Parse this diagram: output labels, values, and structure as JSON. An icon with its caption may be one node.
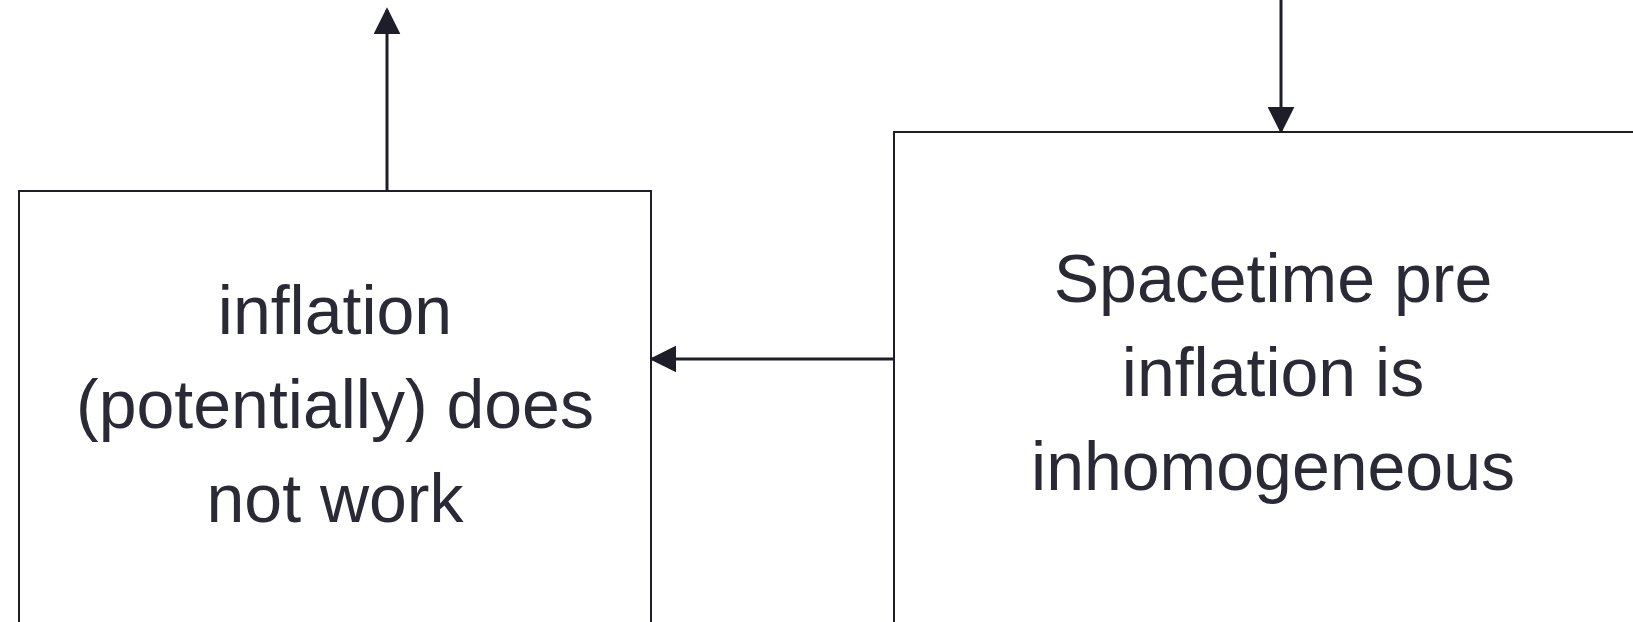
{
  "diagram": {
    "nodes": [
      {
        "text": [
          "inflation (potentially) does not work"
        ]
      },
      {
        "text": [
          "Spacetime pre inflation is inhomogeneous"
        ]
      }
    ],
    "edges": [
      {
        "from": 0,
        "to": null,
        "arrow": "to"
      },
      {
        "from": null,
        "to": 1,
        "arrow": "to"
      },
      {
        "from": 1,
        "to": 0,
        "arrow": "to"
      }
    ]
  }
}
